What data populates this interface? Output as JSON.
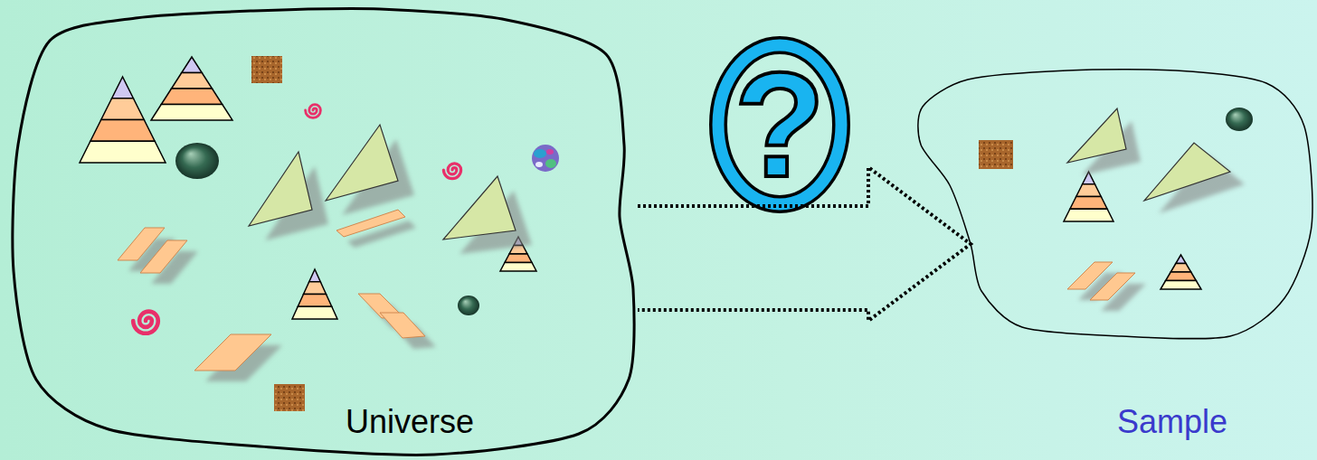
{
  "diagram": {
    "nodes": [
      {
        "text": [
          "Universe"
        ]
      },
      {
        "text": [
          "Sample"
        ]
      }
    ],
    "edges": [
      {
        "from": 0,
        "to": 1,
        "arrow": "to"
      }
    ],
    "labels": [
      "?"
    ]
  }
}
